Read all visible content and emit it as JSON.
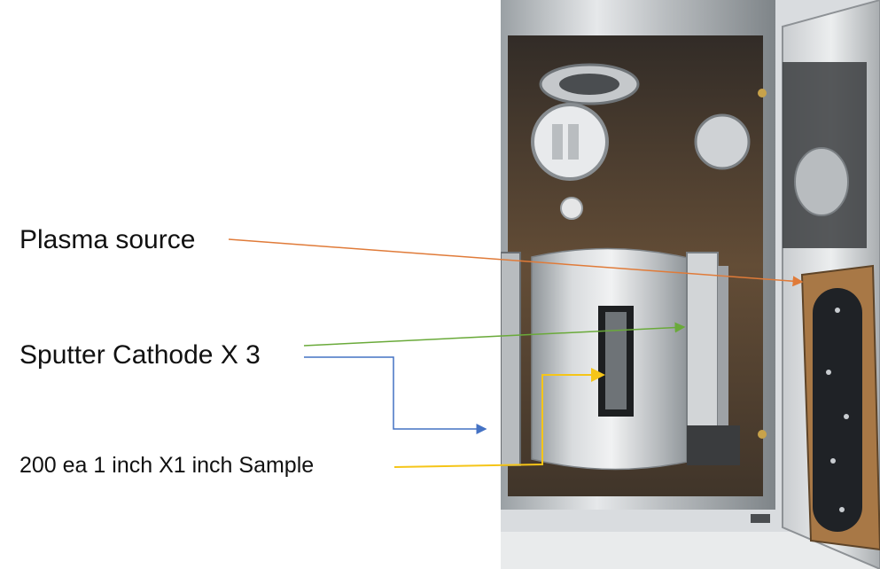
{
  "labels": {
    "plasma": "Plasma source",
    "sputter": "Sputter Cathode X 3",
    "sample": "200 ea 1 inch X1 inch Sample"
  },
  "colors": {
    "plasma_arrow": "#e07b39",
    "sputter_arrow": "#6aaa3a",
    "sputter_secondary_arrow": "#4472c4",
    "sample_arrow": "#f5c518",
    "background": "#ffffff"
  },
  "icons": {
    "photo": "vacuum-chamber-photo"
  }
}
